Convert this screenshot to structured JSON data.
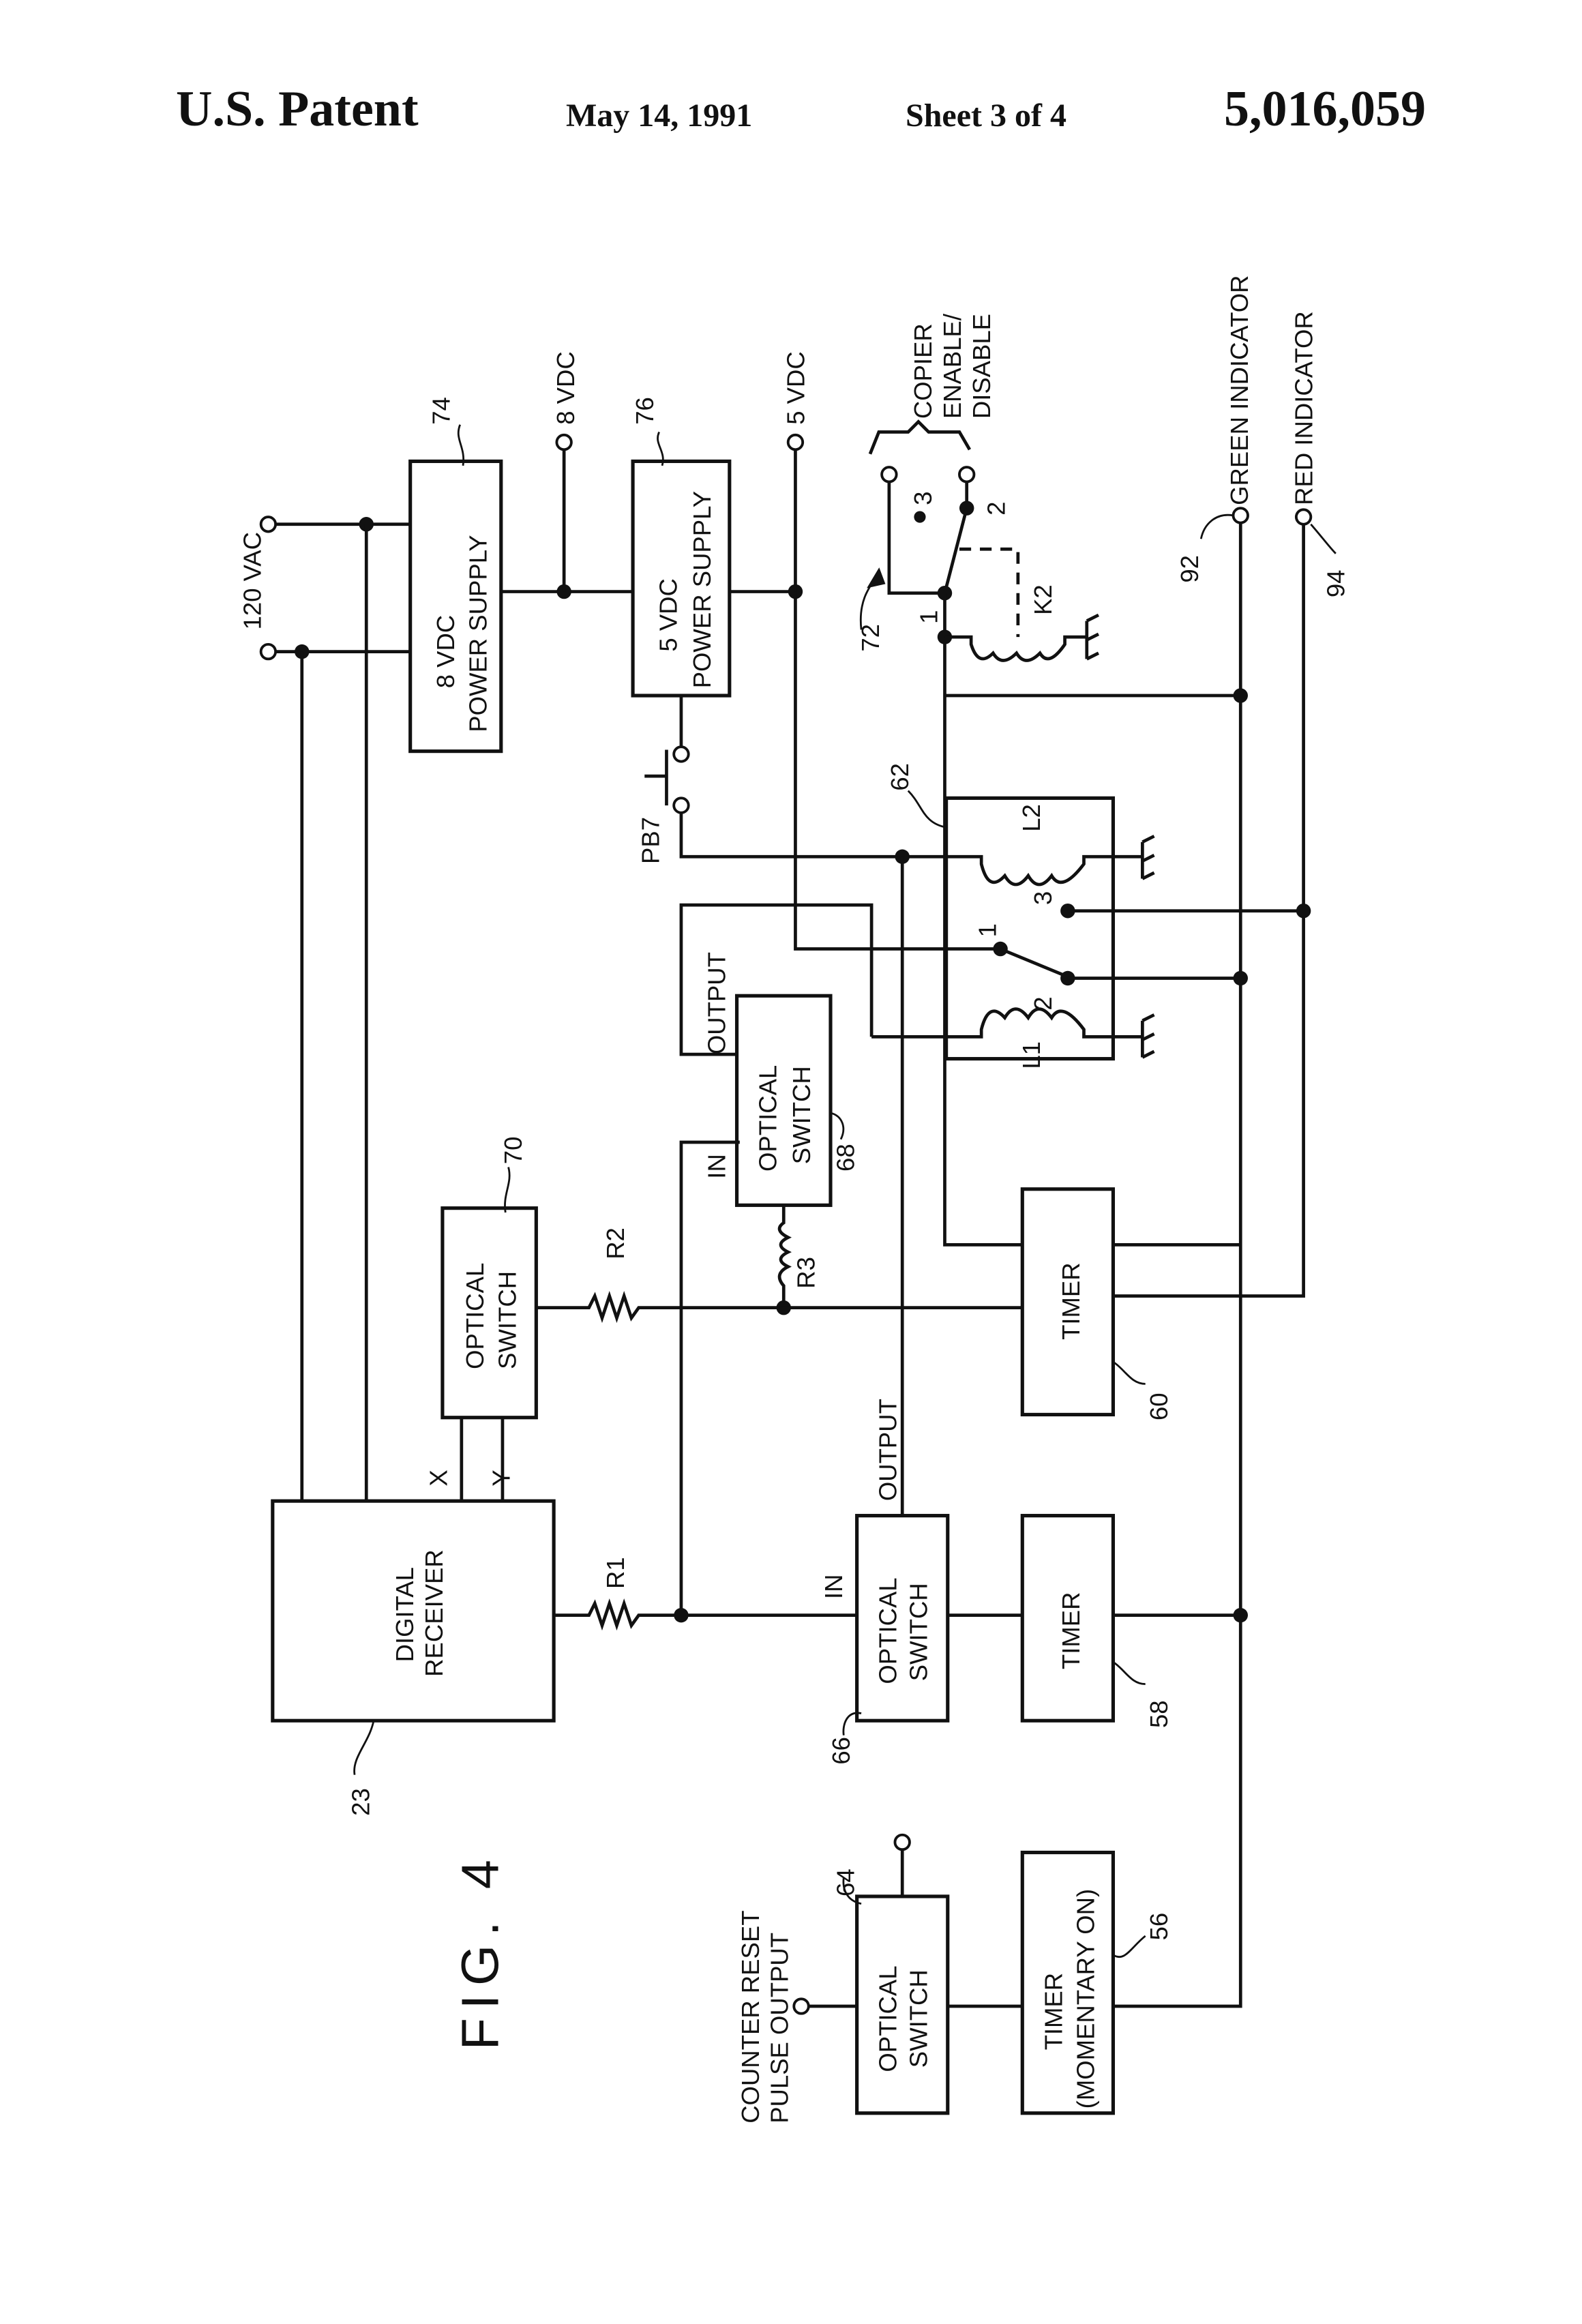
{
  "header": {
    "left": "U.S. Patent",
    "date": "May 14, 1991",
    "sheet": "Sheet 3 of 4",
    "patent_number": "5,016,059"
  },
  "figure": {
    "label": "FIG. 4",
    "terminals": {
      "ac_in": "120 VAC",
      "out_8v": "8 VDC",
      "out_5v": "5 VDC",
      "copier_1": "COPIER",
      "copier_2": "ENABLE/",
      "copier_3": "DISABLE",
      "green": "GREEN INDICATOR",
      "red": "RED INDICATOR",
      "counter_1": "COUNTER RESET",
      "counter_2": "PULSE OUTPUT",
      "pushbutton": "PB7"
    },
    "blocks": {
      "ps8_1": "8 VDC",
      "ps8_2": "POWER SUPPLY",
      "ps5_1": "5 VDC",
      "ps5_2": "POWER SUPPLY",
      "receiver_1": "DIGITAL",
      "receiver_2": "RECEIVER",
      "optical_1": "OPTICAL",
      "optical_2": "SWITCH",
      "timer": "TIMER",
      "timer_m_1": "TIMER",
      "timer_m_2": "(MOMENTARY ON)"
    },
    "pins": {
      "in": "IN",
      "output": "OUTPUT",
      "x": "X",
      "y": "Y",
      "c1": "1",
      "c2": "2",
      "c3": "3"
    },
    "components": {
      "r1": "R1",
      "r2": "R2",
      "r3": "R3",
      "l1": "L1",
      "l2": "L2",
      "k2": "K2"
    },
    "refs": {
      "r23": "23",
      "r56": "56",
      "r58": "58",
      "r60": "60",
      "r62": "62",
      "r64": "64",
      "r66": "66",
      "r68": "68",
      "r70": "70",
      "r72": "72",
      "r74": "74",
      "r76": "76",
      "r92": "92",
      "r94": "94"
    }
  }
}
